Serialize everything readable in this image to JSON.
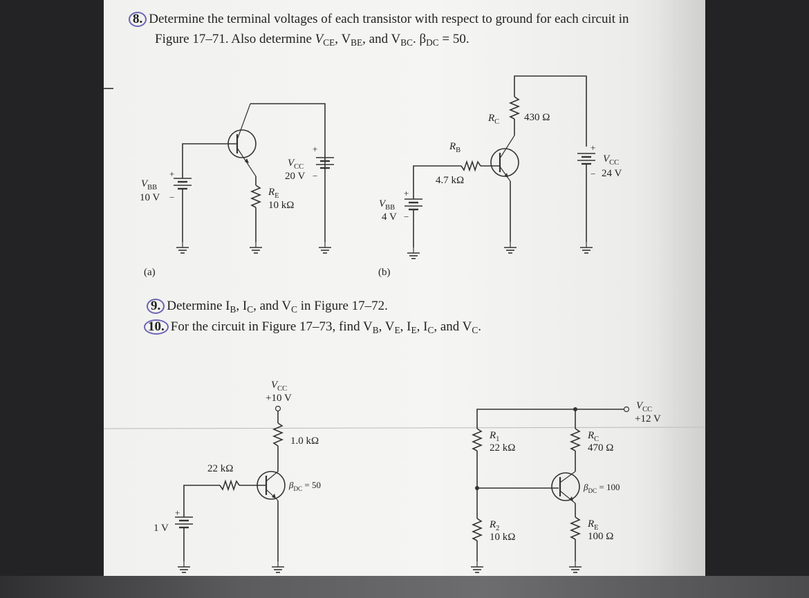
{
  "problem_8": {
    "number": "8.",
    "line1": "Determine the terminal voltages of each transistor with respect to ground for each circuit in",
    "line2_prefix": "Figure 17–71. Also determine ",
    "vce": "V",
    "vce_sub": "CE",
    "vbe": ", V",
    "vbe_sub": "BE",
    "vbc": ", and V",
    "vbc_sub": "BC",
    "beta": ". β",
    "beta_sub": "DC",
    "beta_val": " = 50."
  },
  "problem_9": {
    "number": "9.",
    "text": "Determine I",
    "ib_sub": "B",
    "ic": ", I",
    "ic_sub": "C",
    "vc": ", and V",
    "vc_sub": "C",
    "tail": " in Figure 17–72."
  },
  "problem_10": {
    "number": "10.",
    "text": "For the circuit in Figure 17–73, find V",
    "vb_sub": "B",
    "ve": ", V",
    "ve_sub": "E",
    "ie": ", I",
    "ie_sub": "E",
    "ic": ", I",
    "ic_sub": "C",
    "vc": ", and V",
    "vc_sub": "C",
    "tail": "."
  },
  "circuit_a": {
    "label": "(a)",
    "vbb_name": "V",
    "vbb_sub": "BB",
    "vbb_value": "10 V",
    "vcc_name": "V",
    "vcc_sub": "CC",
    "vcc_value": "20 V",
    "re_name": "R",
    "re_sub": "E",
    "re_value": "10 kΩ"
  },
  "circuit_b": {
    "label": "(b)",
    "rc_name": "R",
    "rc_sub": "C",
    "rc_value": "430 Ω",
    "rb_name": "R",
    "rb_sub": "B",
    "rb_value": "4.7 kΩ",
    "vbb_name": "V",
    "vbb_sub": "BB",
    "vbb_value": "4 V",
    "vcc_name": "V",
    "vcc_sub": "CC",
    "vcc_value": "24 V"
  },
  "figure_72": {
    "vcc_name": "V",
    "vcc_sub": "CC",
    "vcc_value": "+10 V",
    "rc_value": "1.0 kΩ",
    "rb_value": "22 kΩ",
    "beta_name": "β",
    "beta_sub": "DC",
    "beta_value": " = 50",
    "source_value": "1 V"
  },
  "figure_73": {
    "vcc_name": "V",
    "vcc_sub": "CC",
    "vcc_value": "+12 V",
    "r1_name": "R",
    "r1_sub": "1",
    "r1_value": "22 kΩ",
    "r2_name": "R",
    "r2_sub": "2",
    "r2_value": "10 kΩ",
    "rc_name": "R",
    "rc_sub": "C",
    "rc_value": "470 Ω",
    "re_name": "R",
    "re_sub": "E",
    "re_value": "100 Ω",
    "beta_name": "β",
    "beta_sub": "DC",
    "beta_value": " = 100"
  },
  "polarity": {
    "plus": "+",
    "minus": "−"
  },
  "colors": {
    "background": "#232325",
    "paper": "#f3f3f1",
    "ink": "#222222",
    "circle_marker": "#6a64b5"
  }
}
